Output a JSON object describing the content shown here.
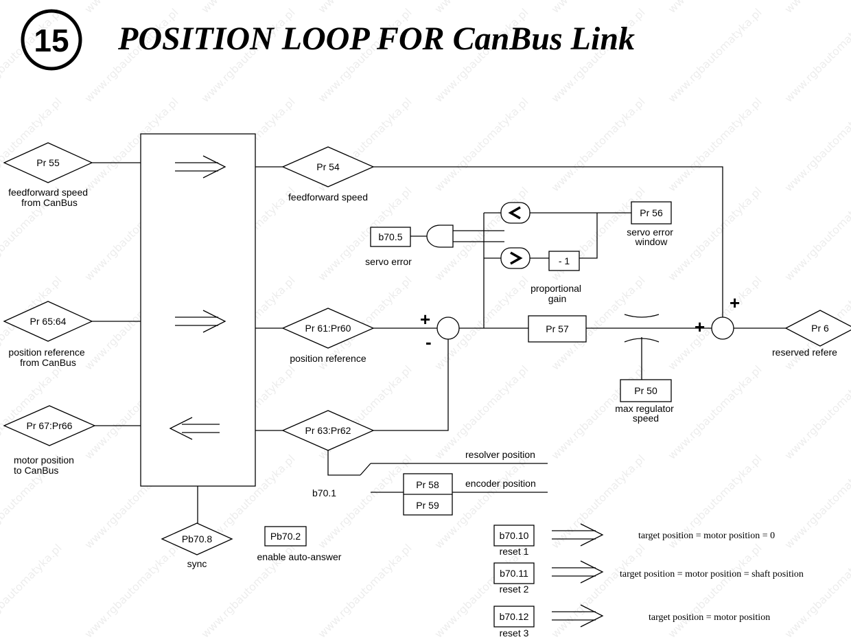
{
  "header": {
    "number": "15",
    "title": "POSITION LOOP  FOR CanBus Link"
  },
  "watermark": "www.rgbautomatyka.pl",
  "params": {
    "pr55": "Pr 55",
    "pr55_desc": [
      "feedforward speed",
      "from CanBus"
    ],
    "pr6564": "Pr 65:64",
    "pr6564_desc": [
      "position reference",
      "from CanBus"
    ],
    "pr6766": "Pr 67:Pr66",
    "pr6766_desc": [
      "motor position",
      "to CanBus"
    ],
    "pr54": "Pr 54",
    "pr54_desc": "feedforward speed",
    "pr6160": "Pr 61:Pr60",
    "pr6160_desc": "position reference",
    "pr6362": "Pr 63:Pr62",
    "pr6": "Pr 6",
    "pr6_desc": "reserved refere",
    "pr56": "Pr 56",
    "pr56_desc": [
      "servo error",
      "window"
    ],
    "pr57": "Pr 57",
    "pr57_desc": [
      "proportional",
      "gain"
    ],
    "pr50": "Pr 50",
    "pr50_desc": [
      "max regulator",
      "speed"
    ],
    "pr58": "Pr 58",
    "pr59": "Pr 59",
    "b70_5": "b70.5",
    "b70_5_desc": "servo error",
    "minus_one": "- 1",
    "b70_1": "b70.1",
    "resolver": "resolver position",
    "encoder": "encoder position",
    "pb70_8": "Pb70.8",
    "pb70_8_desc": "sync",
    "pb70_2": "Pb70.2",
    "pb70_2_desc": "enable auto-answer"
  },
  "signs": {
    "sum1_plus": "+",
    "sum1_minus": "-",
    "sum2_plus_left": "+",
    "sum2_plus_top": "+"
  },
  "resets": [
    {
      "bit": "b70.10",
      "label": "reset 1",
      "action": "target position = motor position = 0"
    },
    {
      "bit": "b70.11",
      "label": "reset 2",
      "action": "target position = motor position = shaft position"
    },
    {
      "bit": "b70.12",
      "label": "reset 3",
      "action": "target position = motor position"
    }
  ]
}
